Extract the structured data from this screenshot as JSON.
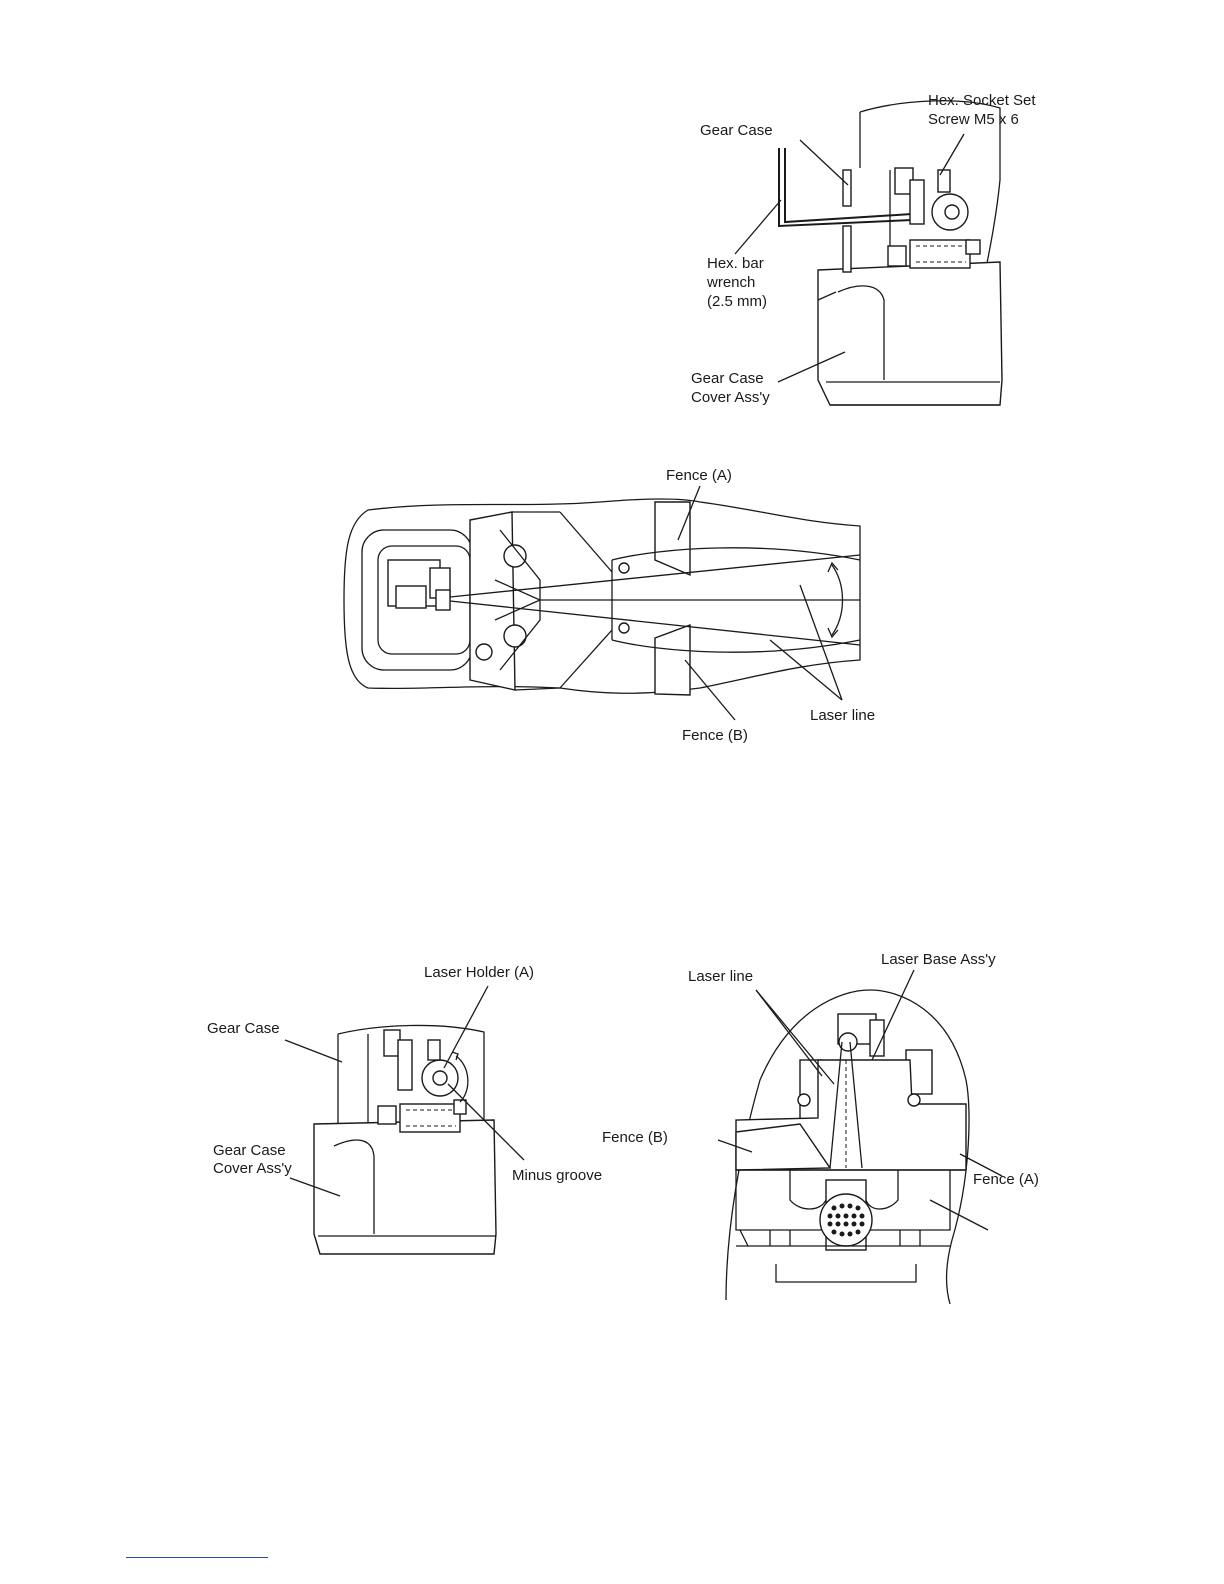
{
  "figures": {
    "top": {
      "labels": {
        "hex_socket_line1": "Hex. Socket Set",
        "hex_socket_line2": "Screw M5 x 6",
        "gear_case": "Gear Case",
        "hex_bar_line1": "Hex. bar",
        "hex_bar_line2": "wrench",
        "hex_bar_line3": "(2.5 mm)",
        "gear_case_cover_line1": "Gear Case",
        "gear_case_cover_line2": "Cover Ass'y"
      }
    },
    "middle": {
      "labels": {
        "fence_a": "Fence (A)",
        "fence_b": "Fence (B)",
        "laser_line": "Laser line"
      }
    },
    "bottom_left": {
      "labels": {
        "laser_holder": "Laser Holder (A)",
        "gear_case": "Gear Case",
        "gear_case_cover_line1": "Gear Case",
        "gear_case_cover_line2": "Cover Ass'y",
        "minus_groove": "Minus groove"
      }
    },
    "bottom_right": {
      "labels": {
        "laser_line": "Laser line",
        "laser_base": "Laser Base Ass'y",
        "fence_b": "Fence (B)",
        "fence_a": "Fence (A)"
      }
    }
  }
}
